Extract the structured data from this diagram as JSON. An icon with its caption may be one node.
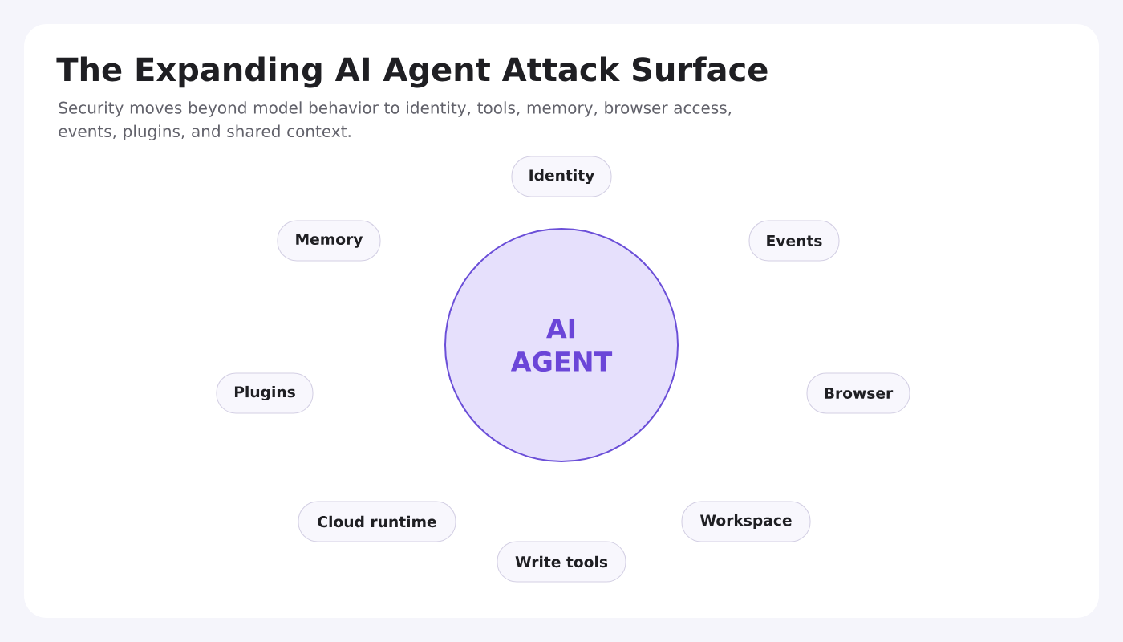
{
  "diagram": {
    "title": "The Expanding AI Agent Attack Surface",
    "nodes": [
      {
        "text": [
          "Identity"
        ]
      },
      {
        "text": [
          "Memory"
        ]
      },
      {
        "text": [
          "Events"
        ]
      },
      {
        "text": [
          "AI AGENT"
        ]
      },
      {
        "text": [
          "Plugins"
        ]
      },
      {
        "text": [
          "Browser"
        ]
      },
      {
        "text": [
          "Cloud runtime"
        ]
      },
      {
        "text": [
          "Workspace"
        ]
      },
      {
        "text": [
          "Write tools"
        ]
      }
    ],
    "labels": [
      "Security moves beyond model behavior to identity, tools, memory, browser access, events, plugins, and shared context."
    ]
  }
}
